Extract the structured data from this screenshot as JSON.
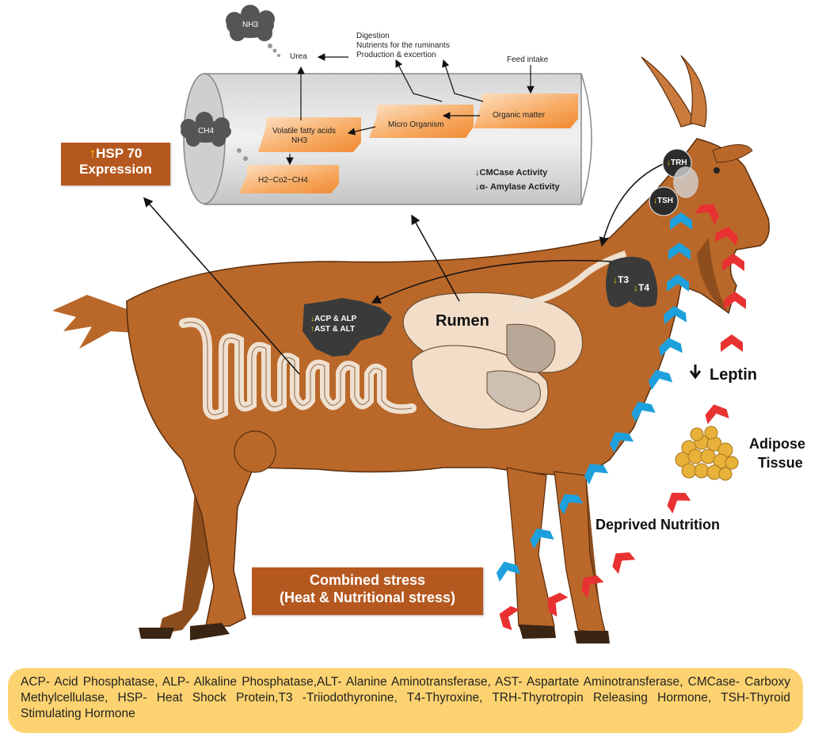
{
  "rumen_box": {
    "nh3": "NH3",
    "ch4": "CH4",
    "urea": "Urea",
    "digestion_lines": [
      "Digestion",
      "Nutrients for the ruminants",
      "Production & excertion"
    ],
    "feed_intake": "Feed intake",
    "organic_matter": "Organic matter",
    "micro_organism": "Micro Organism",
    "vfa_line1": "Volatile fatty acids",
    "vfa_line2": "NH3",
    "gases": "H2~Co2~CH4",
    "cmcase": "CMCase Activity",
    "amylase": "α- Amylase Activity"
  },
  "hsp": {
    "line1": "HSP 70",
    "line2": "Expression"
  },
  "hormones": {
    "trh": "TRH",
    "tsh": "TSH",
    "t3": "T3",
    "t4": "T4"
  },
  "liver": {
    "line1": "ACP & ALP",
    "line2": "AST & ALT"
  },
  "rumen_label": "Rumen",
  "leptin": "Leptin",
  "adipose": {
    "line1": "Adipose",
    "line2": "Tissue"
  },
  "deprived": "Deprived Nutrition",
  "combined": {
    "line1": "Combined stress",
    "line2": "(Heat & Nutritional stress)"
  },
  "legend": "ACP- Acid Phosphatase, ALP- Alkaline Phosphatase,ALT- Alanine Aminotransferase, AST- Aspartate Aminotransferase, CMCase- Carboxy Methylcellulase, HSP- Heat Shock Protein,T3 -Triiodothyronine, T4-Thyroxine, TRH-Thyrotropin Releasing Hormone, TSH-Thyroid Stimulating Hormone",
  "colors": {
    "goat_body": "#b9682a",
    "box_label": "#b5581f",
    "legend_bg": "#fcd370",
    "blue_arrow": "#1ea0dc",
    "red_arrow": "#e83232",
    "orange_box": "#f6a45a"
  }
}
